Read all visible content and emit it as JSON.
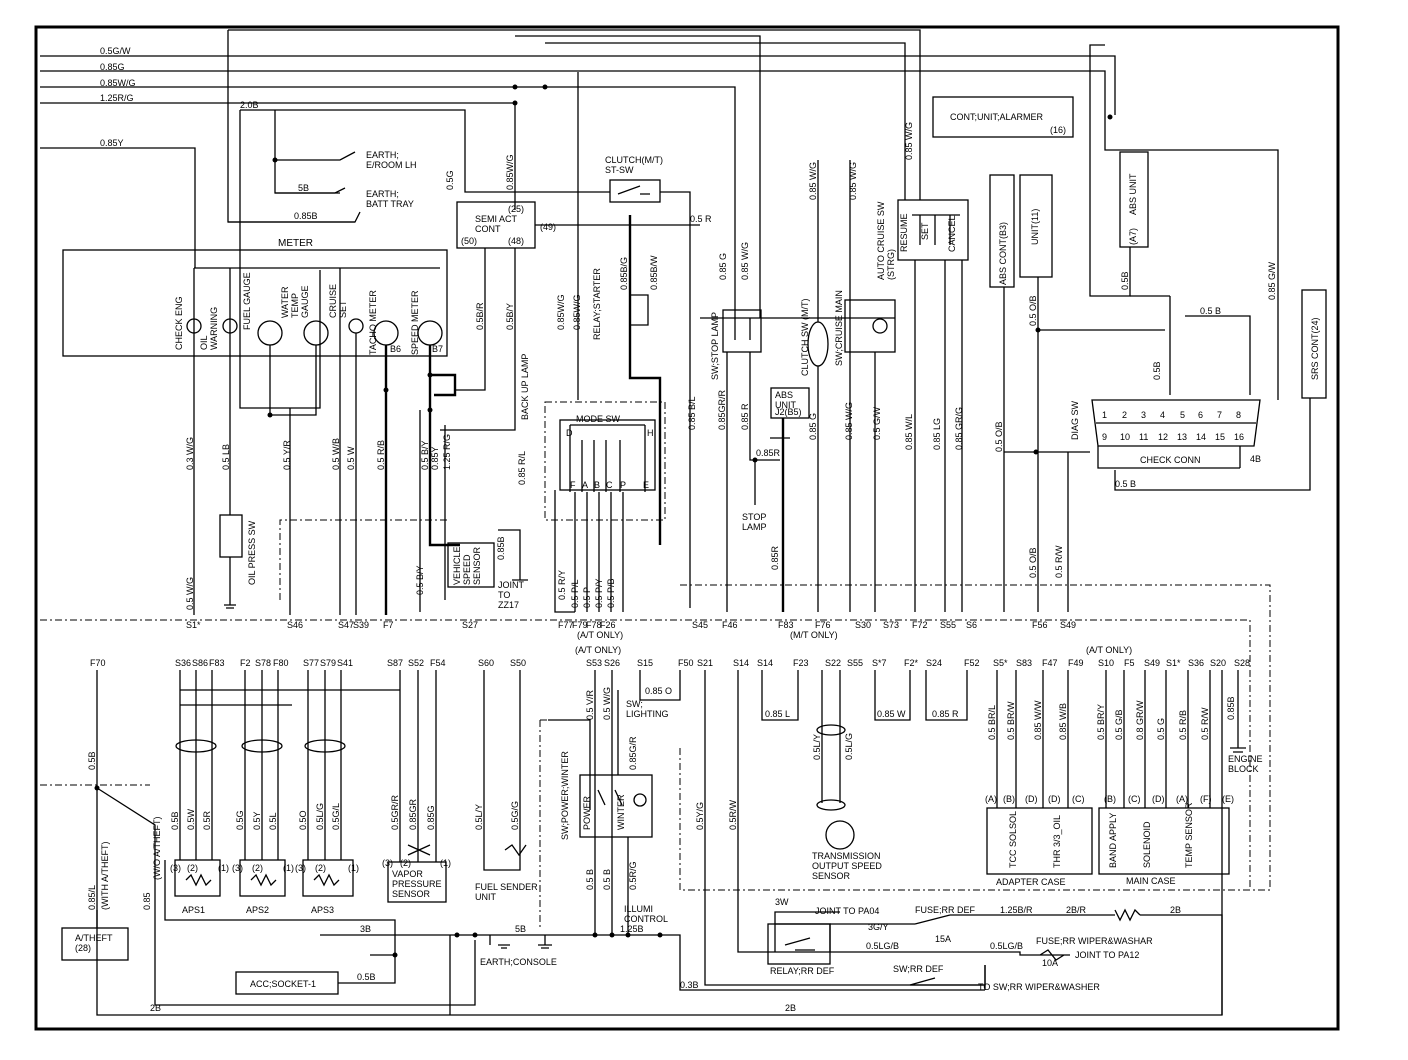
{
  "left_wires": [
    "0.5G/W",
    "0.85G",
    "0.85W/G",
    "1.25R/G",
    "0.85Y"
  ],
  "earth": {
    "wire_top": "2.0B",
    "room": "EARTH;\nE/ROOM LH",
    "wire_mid": "5B",
    "batt": "EARTH;\nBATT TRAY",
    "wire_bot": "0.85B"
  },
  "meter": {
    "title": "METER",
    "gauges": [
      "CHECK ENG",
      "OIL\nWARNING",
      "FUEL GAUGE",
      "WATER\nTEMP\nGAUGE",
      "CRUISE\nSET",
      "TACHO METER",
      "SPEED METER"
    ],
    "pins": [
      "B6",
      "B7"
    ]
  },
  "semi_act": {
    "label": "SEMI ACT\nCONT",
    "p25": "(25)",
    "p49": "(49)",
    "p50": "(50)",
    "p48": "(48)"
  },
  "clutch": {
    "name": "CLUTCH(M/T)\nST-SW"
  },
  "alarmer": {
    "name": "CONT;UNIT;ALARMER",
    "pin": "(16)"
  },
  "abs_unit_right": {
    "name": "ABS UNIT",
    "pin": "(A7)"
  },
  "srs": "SRS CONT(24)",
  "abs_cont": "ABS CONT(B3)",
  "unit11": "UNIT(11)",
  "auto_cruise": {
    "name": "AUTO CRUISE SW\n(STRG)",
    "resume": "RESUME",
    "set": "SET",
    "cancel": "CANCEL"
  },
  "relay_starter": "RELAY;STARTER",
  "back_up_lamp": "BACK UP LAMP",
  "sw_stop_lamp": "SW;STOP LAMP",
  "clutch_sw": "CLUTCH SW (M/T)",
  "sw_cruise_main": "SW;CRUISE MAIN",
  "abs_unit_j2": {
    "name": "ABS\nUNIT",
    "pin": "J2(B5)"
  },
  "stop_lamp": "STOP\nLAMP",
  "mode_sw": {
    "name": "MODE SW",
    "top": [
      "D",
      "H"
    ],
    "bottom": [
      "F",
      "A",
      "B",
      "C",
      "P",
      "E"
    ]
  },
  "diag_sw": "DIAG SW",
  "check_conn": {
    "name": "CHECK CONN",
    "pins_top": [
      "1",
      "2",
      "3",
      "4",
      "5",
      "6",
      "7",
      "8"
    ],
    "pins_bot": [
      "9",
      "10",
      "11",
      "12",
      "13",
      "14",
      "15",
      "16"
    ],
    "gnd": "4B"
  },
  "oil_press_sw": "OIL PRESS SW",
  "vss": "VEHICLE\nSPEED\nSENSOR",
  "joint_zz17": "JOINT\nTO\nZZ17",
  "wires_v": [
    "0.5G",
    "0.5W/G",
    "0.85B/G",
    "0.85B/W",
    "0.85W/G",
    "0.5B/R",
    "0.5B/Y",
    "0.85W/G",
    "0.85 G",
    "0.85 W/G",
    "0.85 W/G",
    "0.85 G",
    "0.85 G/W",
    "0.5 G/W",
    "0.85 W/L",
    "0.85 LG",
    "0.85 GR/G",
    "0.5 O/B",
    "0.5 O/B",
    "0.5 R/W",
    "0.5B",
    "0.5 B",
    "0.85 R/L",
    "0.85 B/L",
    "0.85GR/R",
    "0.85 R",
    "0.85R",
    "0.85R",
    "0.5 W/G",
    "0.3 W/G",
    "0.5 LB",
    "0.5 Y/R",
    "0.5 W/B",
    "0.5 W",
    "0.5 R/B",
    "0.5 B/Y",
    "0.5 B/Y",
    "0.85Y",
    "1.25 R/G",
    "0.85 R/L",
    "0.5 B/Y",
    "0.85B",
    "0.5 R/Y",
    "0.5 P/L",
    "0.5 P",
    "0.5 P/Y",
    "0.5 P/B",
    "0.5 R"
  ],
  "conn_top": {
    "pins": [
      "S1*",
      "S46",
      "S47",
      "S39",
      "F7",
      "S27",
      "F77",
      "F79",
      "F78",
      "F26",
      "S45",
      "F46",
      "F83",
      "F76",
      "S30",
      "S73",
      "F72",
      "S55",
      "S6",
      "F56",
      "S49"
    ],
    "at_only": "(A/T ONLY)",
    "mt_only": "(M/T ONLY)"
  },
  "conn_bot": {
    "pins": [
      "F70",
      "S36",
      "S86",
      "F83",
      "F2",
      "S78",
      "F80",
      "S77",
      "S79",
      "S41",
      "S87",
      "S52",
      "F54",
      "S60",
      "S50",
      "S53",
      "S26",
      "S15",
      "F50",
      "S21",
      "S14",
      "S14",
      "F23",
      "S22",
      "S55",
      "S*7",
      "F2*",
      "S24",
      "F52",
      "S5*",
      "S83",
      "F47",
      "F49",
      "S10",
      "F5",
      "S49",
      "S1*",
      "S36",
      "S20",
      "S28"
    ],
    "at_only1": "(A/T ONLY)",
    "at_only2": "(A/T ONLY)"
  },
  "bus_labels": [
    "0.85 O",
    "0.85 L",
    "0.85 W",
    "0.85 R"
  ],
  "bot_wires": [
    "0.5B",
    "0.5W",
    "0.5R",
    "0.5G",
    "0.5Y",
    "0.5L",
    "0.5O",
    "0.5L/G",
    "0.5G/L",
    "0.5GR/R",
    "0.85GR",
    "0.85G",
    "0.5L/Y",
    "0.5G/G",
    "0.5 V/R",
    "0.5 W/G",
    "0.85G/R",
    "0.5Y/G",
    "0.5R/W",
    "0.5 B",
    "0.5 B",
    "0.5R/G",
    "0.5L/Y",
    "0.5L/G",
    "0.5 BR/L",
    "0.5 BR/W",
    "0.85 W/W",
    "0.85 W/B",
    "0.5 BR/Y",
    "0.5 G/B",
    "0.8 GR/W",
    "0.5 G",
    "0.5 R/B",
    "0.5 R/W",
    "0.85B",
    "0.5B",
    "0.85",
    "0.85/L"
  ],
  "theft": {
    "with": "(WITH A/THEFT)",
    "without": "(W/O A/THEFT)",
    "box": "A/THEFT\n(28)"
  },
  "aps": [
    "APS1",
    "APS2",
    "APS3"
  ],
  "aps_pins": [
    "(3)",
    "(2)",
    "(1)"
  ],
  "vapor": "VAPOR\nPRESSURE\nSENSOR",
  "fuel_sender": "FUEL SENDER\nUNIT",
  "sw_lighting": "SW;\nLIGHTING",
  "sw_power": {
    "name": "SW;POWER;WINTER",
    "power": "POWER",
    "winter": "WINTER"
  },
  "illumi": "ILLUMI\nCONTROL",
  "earth_console": {
    "name": "EARTH;CONSOLE",
    "w1": "3B",
    "w2": "5B",
    "w3": "1.25B"
  },
  "acc_socket": {
    "name": "ACC;SOCKET-1",
    "wire": "0.5B"
  },
  "trans_sensor": "TRANSMISSION\nOUTPUT SPEED\nSENSOR",
  "adapter_case": {
    "name": "ADAPTER CASE",
    "pins": [
      "(A)",
      "(B)",
      "(D)",
      "(D)",
      "(C)"
    ],
    "tcc": "TCC SOLSOL",
    "thr": "THR 3/3_OIL"
  },
  "main_case": {
    "name": "MAIN CASE",
    "pins": [
      "(B)",
      "(C)",
      "(D)",
      "(A)",
      "(F)",
      "(E)"
    ],
    "band": "BAND APPLY",
    "sol": "SOLENOID",
    "temp": "TEMP SENSOR"
  },
  "engine_block": "ENGINE\nBLOCK",
  "rr_def": {
    "joint": "JOINT TO PA04",
    "wire3w": "3W",
    "fuse": "FUSE;RR DEF",
    "fuse_a": "15A",
    "relay": "RELAY;RR DEF",
    "sw": "SW;RR DEF",
    "w_3gy": "3G/Y",
    "w_05lgb": "0.5LG/B",
    "w_125br": "1.25B/R",
    "w_2br": "2B/R",
    "w_2b": "2B"
  },
  "rr_wiper": {
    "fuse": "FUSE;RR WIPER&WASHAR",
    "fuse_a": "10A",
    "joint": "JOINT TO PA12",
    "w": "0.5LG/B",
    "to_sw": "TO SW;RR WIPER&WASHER"
  },
  "bottom_wires": [
    "0.3B",
    "2B",
    "2B"
  ]
}
